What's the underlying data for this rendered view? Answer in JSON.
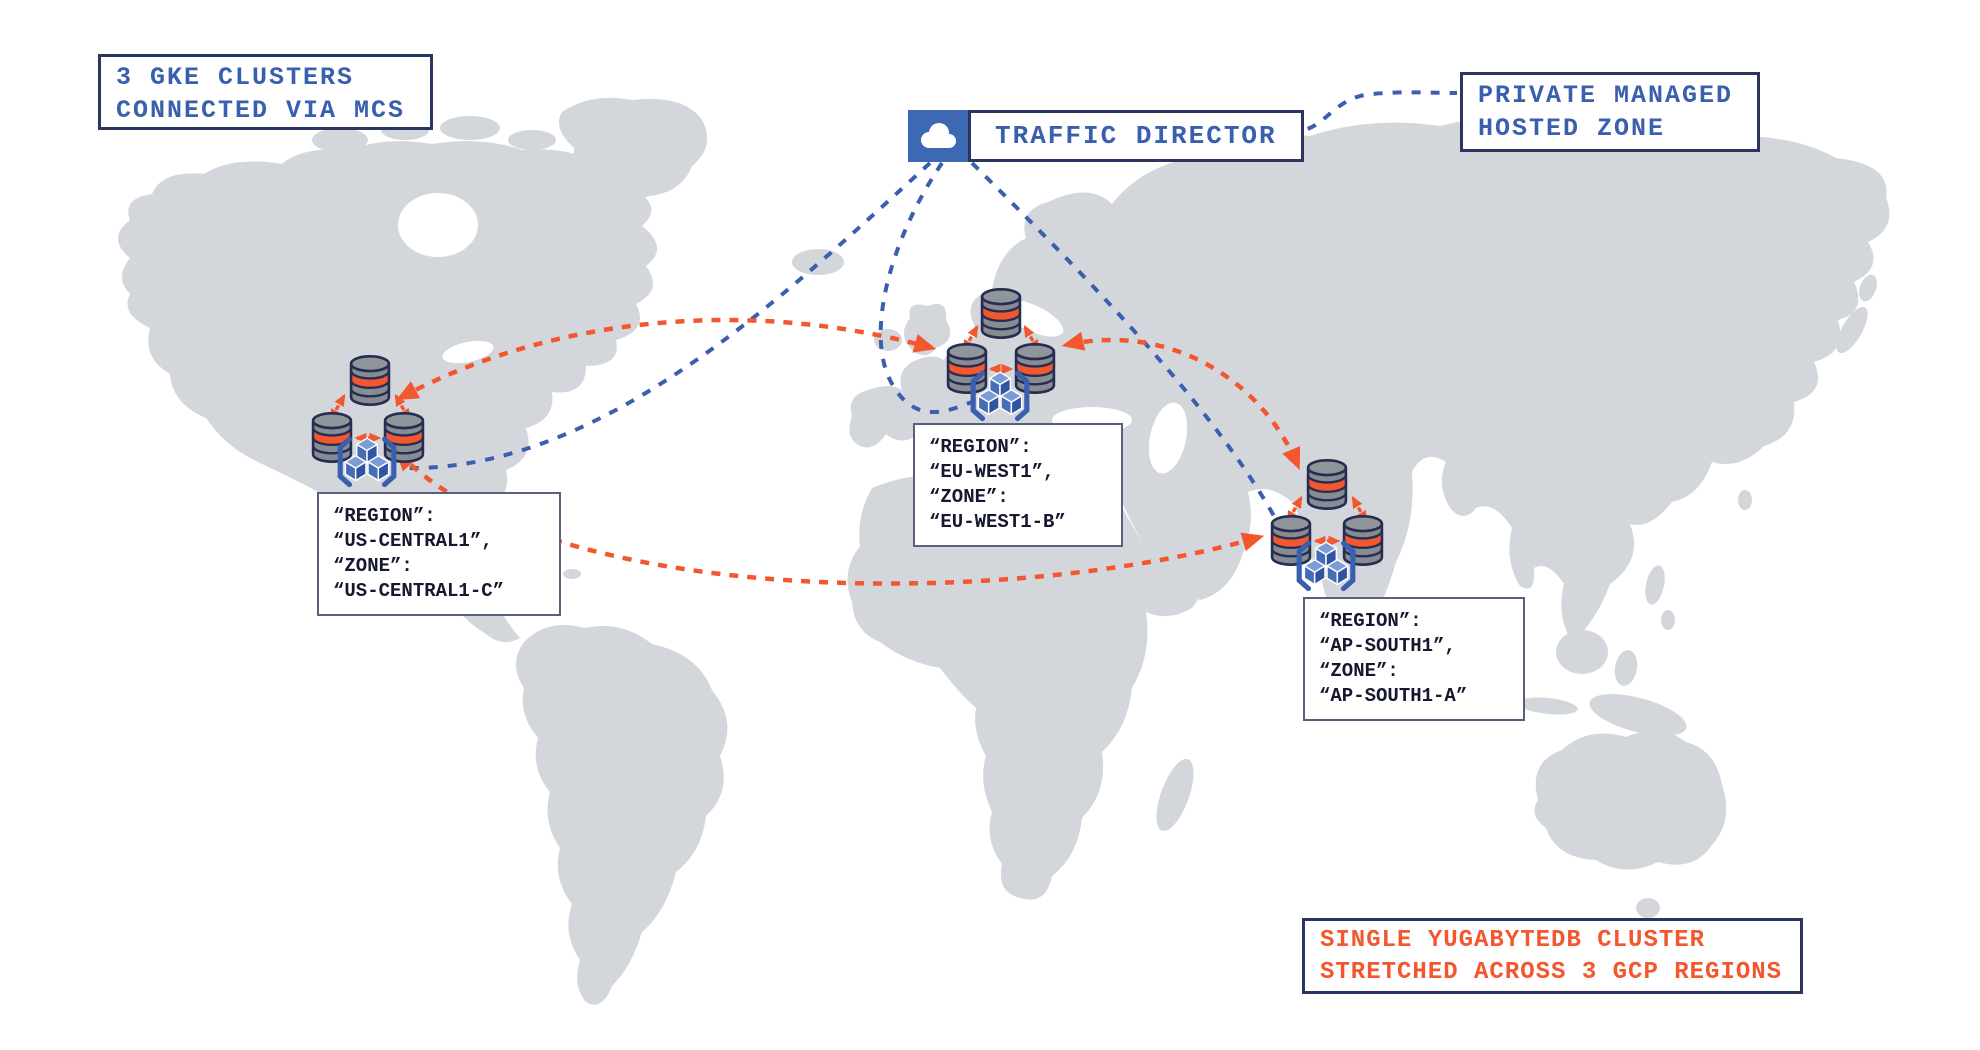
{
  "colors": {
    "map_land": "#d3d7dc",
    "accent_blue": "#3a5fae",
    "border_navy": "#2c3560",
    "accent_orange": "#f2572e",
    "db_gray": "#878b92",
    "label_border": "#5a5f7d"
  },
  "icons": {
    "traffic_director": "cloud-icon",
    "database_node": "database-cylinder-icon",
    "kubernetes_cluster": "gke-cubes-icon"
  },
  "annotations": {
    "gke_note": {
      "line1": "3 GKE CLUSTERS",
      "line2": "CONNECTED VIA MCS"
    },
    "traffic_director": {
      "label": "TRAFFIC DIRECTOR"
    },
    "hosted_zone": {
      "line1": "PRIVATE MANAGED",
      "line2": "HOSTED ZONE"
    },
    "yugabyte_note": {
      "line1": "SINGLE YUGABYTEDB CLUSTER",
      "line2": "STRETCHED ACROSS 3 GCP REGIONS"
    }
  },
  "regions": [
    {
      "id": "us-central1",
      "lines": [
        "“REGION”:",
        "“US-CENTRAL1”,",
        "“ZONE”:",
        "“US-CENTRAL1-C”"
      ]
    },
    {
      "id": "eu-west1",
      "lines": [
        "“REGION”:",
        "“EU-WEST1”,",
        "“ZONE”:",
        "“EU-WEST1-B”"
      ]
    },
    {
      "id": "ap-south1",
      "lines": [
        "“REGION”:",
        "“AP-SOUTH1”,",
        "“ZONE”:",
        "“AP-SOUTH1-A”"
      ]
    }
  ]
}
